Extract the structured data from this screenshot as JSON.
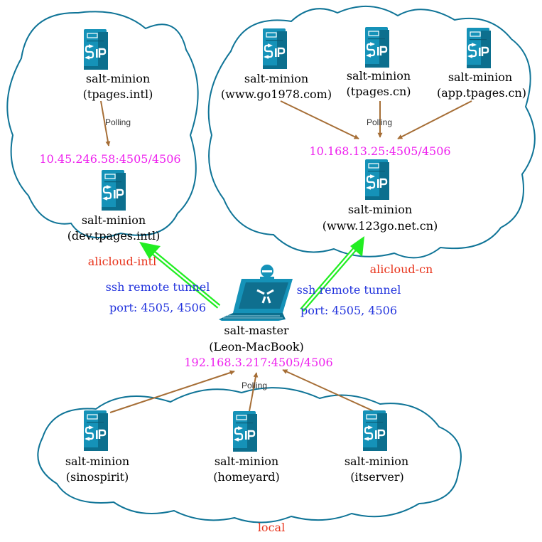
{
  "colors": {
    "cloud_stroke": "#0f7497",
    "server_fill": "#1592b8",
    "ip_text": "#ee22ee",
    "cloud_name": "#e8341c",
    "tunnel_text": "#2233dd",
    "polling_arrow": "#a66e36",
    "tunnel_arrow": "#22ee22"
  },
  "icons": {
    "server": "sip-server-icon",
    "master": "laptop-icon"
  },
  "clouds": {
    "intl": {
      "name": "alicloud-intl"
    },
    "cn": {
      "name": "alicloud-cn"
    },
    "local": {
      "name": "local"
    }
  },
  "nodes": {
    "intl_tpages": {
      "line1": "salt-minion",
      "line2": "(tpages.intl)"
    },
    "intl_dev": {
      "line1": "salt-minion",
      "line2": "(dev.tpages.intl)"
    },
    "cn_go1978": {
      "line1": "salt-minion",
      "line2": "(www.go1978.com)"
    },
    "cn_tpages": {
      "line1": "salt-minion",
      "line2": "(tpages.cn)"
    },
    "cn_app": {
      "line1": "salt-minion",
      "line2": "(app.tpages.cn)"
    },
    "cn_123go": {
      "line1": "salt-minion",
      "line2": "(www.123go.net.cn)"
    },
    "master": {
      "line1": "salt-master",
      "line2": "(Leon-MacBook)"
    },
    "local_sinospirit": {
      "line1": "salt-minion",
      "line2": "(sinospirit)"
    },
    "local_homeyard": {
      "line1": "salt-minion",
      "line2": "(homeyard)"
    },
    "local_itserver": {
      "line1": "salt-minion",
      "line2": "(itserver)"
    }
  },
  "addresses": {
    "intl": "10.45.246.58:4505/4506",
    "cn": "10.168.13.25:4505/4506",
    "master": "192.168.3.217:4505/4506"
  },
  "polling_label": "Polling",
  "tunnels": {
    "left": {
      "line1": "ssh remote tunnel",
      "line2": "port: 4505, 4506"
    },
    "right": {
      "line1": "ssh remote tunnel",
      "line2": "port: 4505, 4506"
    }
  }
}
